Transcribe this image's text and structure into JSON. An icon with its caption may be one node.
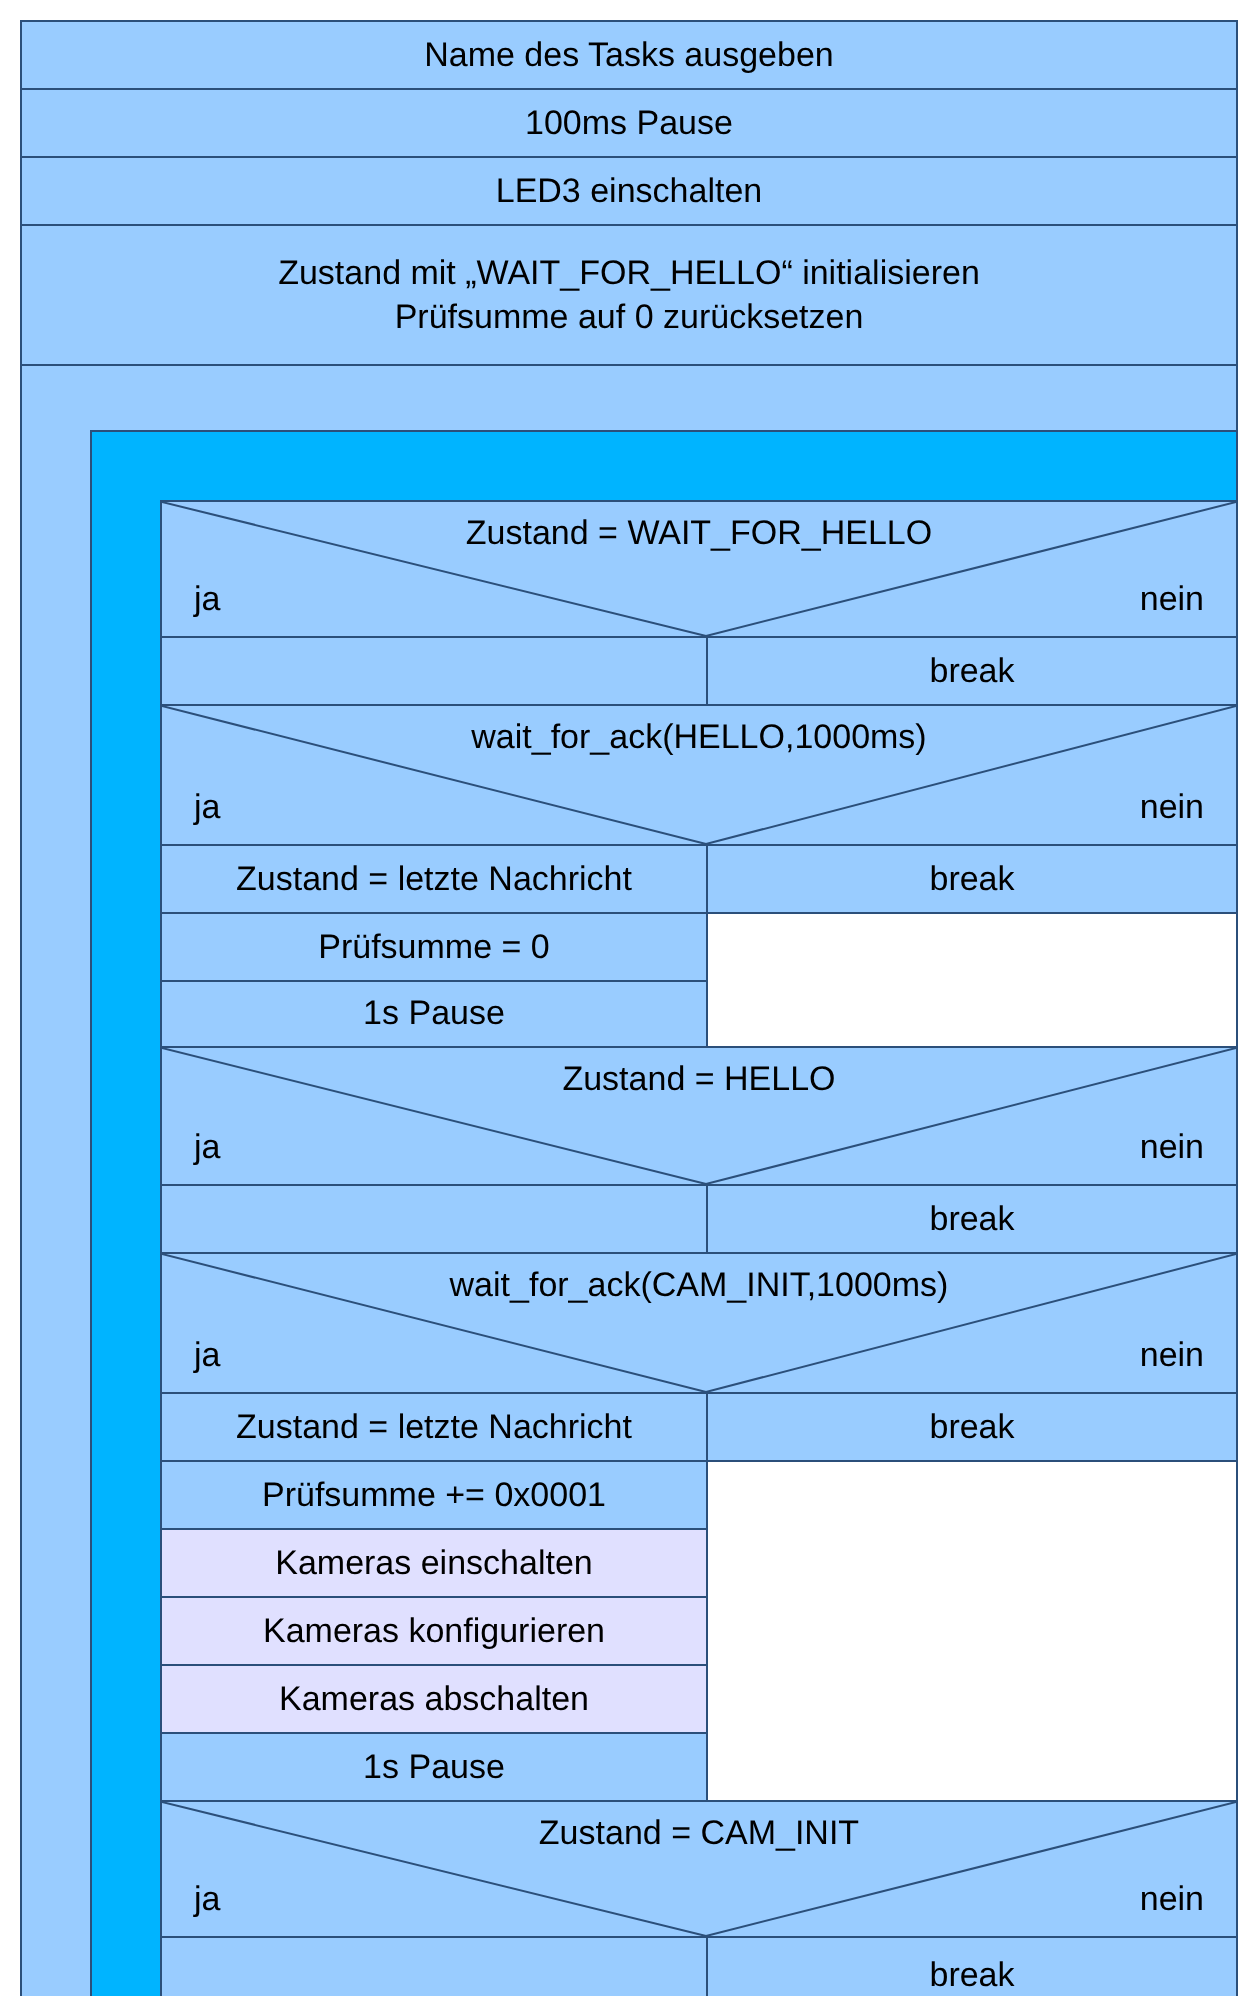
{
  "diagram": {
    "nodes": [
      {
        "text": [
          "Name des Tasks ausgeben"
        ]
      },
      {
        "text": [
          "100ms Pause"
        ]
      },
      {
        "text": [
          "LED3 einschalten"
        ]
      },
      {
        "text": [
          "Zustand mit „WAIT_FOR_HELLO“ initialisieren",
          "Prüfsumme auf 0 zurücksetzen"
        ]
      },
      {
        "text": [],
        "shape": "box"
      },
      {
        "text": [],
        "shape": "box",
        "in": 4
      },
      {
        "text": [
          "Zustand = WAIT_FOR_HELLO",
          "ja",
          "nein"
        ],
        "in": 5
      },
      {
        "text": [],
        "shape": "box",
        "in": 5
      },
      {
        "text": [
          "break"
        ],
        "in": 5
      },
      {
        "text": [
          "wait_for_ack(HELLO,1000ms)",
          "ja",
          "nein"
        ],
        "in": 5
      },
      {
        "text": [
          "Zustand = letzte Nachricht"
        ],
        "in": 5
      },
      {
        "text": [
          "break"
        ],
        "in": 5
      },
      {
        "text": [
          "Prüfsumme = 0"
        ],
        "in": 5
      },
      {
        "text": [
          "1s Pause"
        ],
        "in": 5
      },
      {
        "text": [
          "Zustand = HELLO",
          "ja",
          "nein"
        ],
        "in": 5
      },
      {
        "text": [],
        "shape": "box",
        "in": 5
      },
      {
        "text": [
          "break"
        ],
        "in": 5
      },
      {
        "text": [
          "wait_for_ack(CAM_INIT,1000ms)",
          "ja",
          "nein"
        ],
        "in": 5
      },
      {
        "text": [
          "Zustand = letzte Nachricht"
        ],
        "in": 5
      },
      {
        "text": [
          "break"
        ],
        "in": 5
      },
      {
        "text": [
          "Prüfsumme += 0x0001"
        ],
        "in": 5
      },
      {
        "text": [
          "Kameras einschalten"
        ],
        "in": 5
      },
      {
        "text": [
          "Kameras konfigurieren"
        ],
        "in": 5
      },
      {
        "text": [
          "Kameras abschalten"
        ],
        "in": 5
      },
      {
        "text": [
          "1s Pause"
        ],
        "in": 5
      },
      {
        "text": [
          "Zustand = CAM_INIT",
          "ja",
          "nein"
        ],
        "in": 5
      },
      {
        "text": [],
        "shape": "box",
        "in": 5
      },
      {
        "text": [
          "break"
        ],
        "in": 5
      },
      {
        "text": [],
        "shape": "box",
        "in": 5
      },
      {
        "text": [],
        "shape": "box",
        "in": 5
      }
    ]
  }
}
